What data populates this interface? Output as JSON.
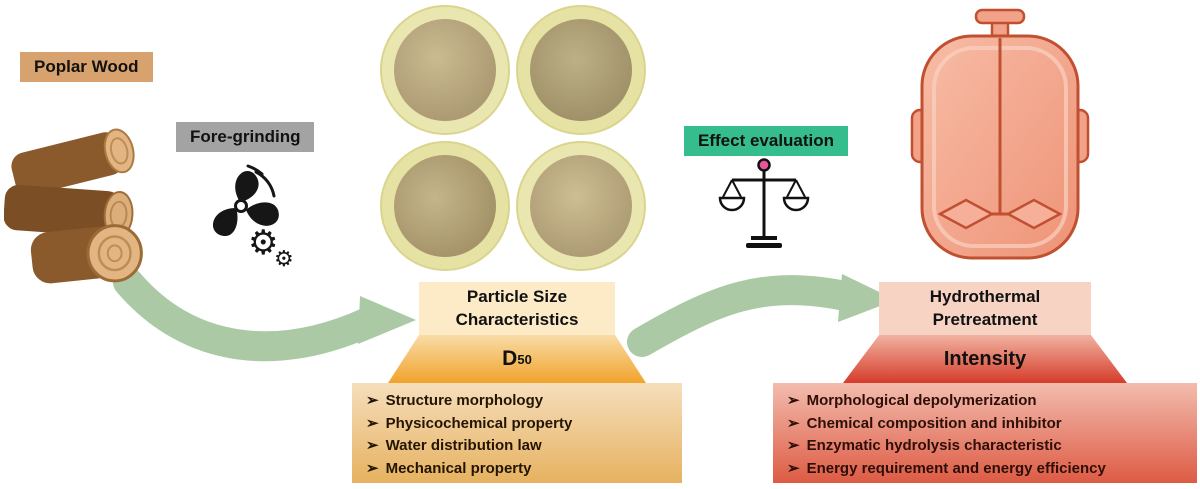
{
  "labels": {
    "poplar_wood": "Poplar Wood",
    "fore_grinding": "Fore-grinding",
    "effect_evaluation": "Effect evaluation"
  },
  "bullet": "➢",
  "particle": {
    "title_line1": "Particle Size",
    "title_line2": "Characteristics",
    "metric": "D",
    "metric_sub": "50",
    "items": [
      "Structure morphology",
      "Physicochemical property",
      "Water distribution law",
      "Mechanical property"
    ]
  },
  "hydrothermal": {
    "title_line1": "Hydrothermal",
    "title_line2": "Pretreatment",
    "metric": "Intensity",
    "items": [
      "Morphological depolymerization",
      "Chemical composition and inhibitor",
      "Enzymatic hydrolysis characteristic",
      "Energy requirement and energy efficiency"
    ]
  },
  "icons": {
    "gear_glyph": "⚙",
    "grinder": "grinder-fan-icon",
    "balance": "balance-scale-icon",
    "reactor": "reactor-vessel-illustration",
    "logs": "wood-logs-illustration",
    "dishes": "ground-wood-sample-photos",
    "arrows": "green-flow-arrows"
  },
  "colors": {
    "poplar_tag": "#d8a26e",
    "grind_tag": "#a3a3a3",
    "effect_tag": "#35bd8d",
    "particle_header_bg": "#fdeac6",
    "particle_trap_top": "#f9dca6",
    "particle_trap_bottom": "#f1a32c",
    "hydro_header_bg": "#f7d3c3",
    "hydro_trap_top": "#f1b2a1",
    "hydro_trap_bottom": "#d63c2a",
    "arrow_green": "#aac9a4",
    "reactor_fill": "#f2a289",
    "reactor_stroke": "#c05030",
    "balance_dot": "#e8559a"
  }
}
